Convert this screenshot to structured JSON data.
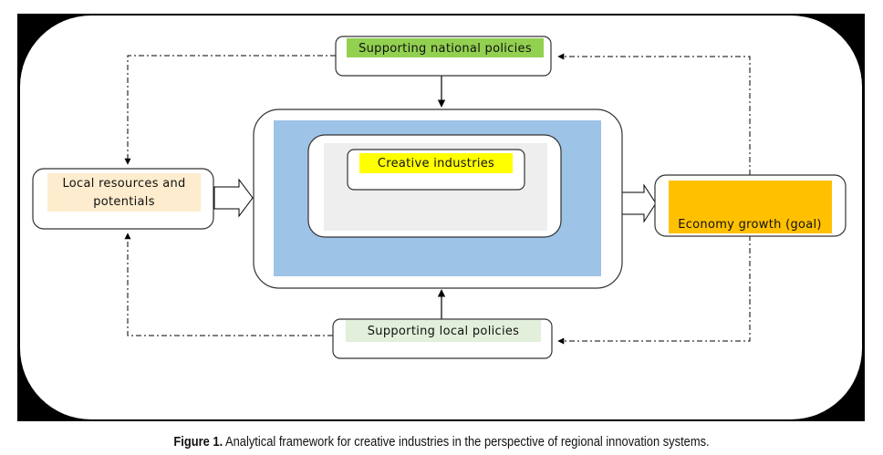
{
  "diagram": {
    "nodes": {
      "national_policies": {
        "label": "Supporting national policies",
        "fill": "#92d050"
      },
      "local_resources": {
        "label_lines": [
          "Local resources and",
          "potentials"
        ],
        "fill": "#fdeccd"
      },
      "regional_system": {
        "fill": "#9dc3e6"
      },
      "inner_system": {
        "fill": "#eeeeee"
      },
      "creative_industries": {
        "label": "Creative industries",
        "fill": "#ffff00"
      },
      "economy_growth": {
        "label": "Economy growth (goal)",
        "fill": "#ffc000"
      },
      "local_policies": {
        "label": "Supporting local policies",
        "fill": "#e2efda"
      }
    },
    "edges": [
      {
        "from": "national_policies",
        "to": "regional_system",
        "style": "solid-arrow"
      },
      {
        "from": "local_policies",
        "to": "regional_system",
        "style": "solid-arrow"
      },
      {
        "from": "local_resources",
        "to": "regional_system",
        "style": "block-arrow"
      },
      {
        "from": "regional_system",
        "to": "economy_growth",
        "style": "block-arrow"
      },
      {
        "from": "national_policies",
        "to": "local_resources",
        "style": "dash-dot-arrow"
      },
      {
        "from": "local_policies",
        "to": "local_resources",
        "style": "dash-dot-arrow"
      },
      {
        "from": "economy_growth",
        "to": "national_policies",
        "style": "dash-dot-arrow"
      },
      {
        "from": "economy_growth",
        "to": "local_policies",
        "style": "dash-dot-arrow"
      }
    ]
  },
  "caption": {
    "prefix": "Figure 1.",
    "text": " Analytical framework for creative industries in the perspective of regional innovation systems."
  }
}
